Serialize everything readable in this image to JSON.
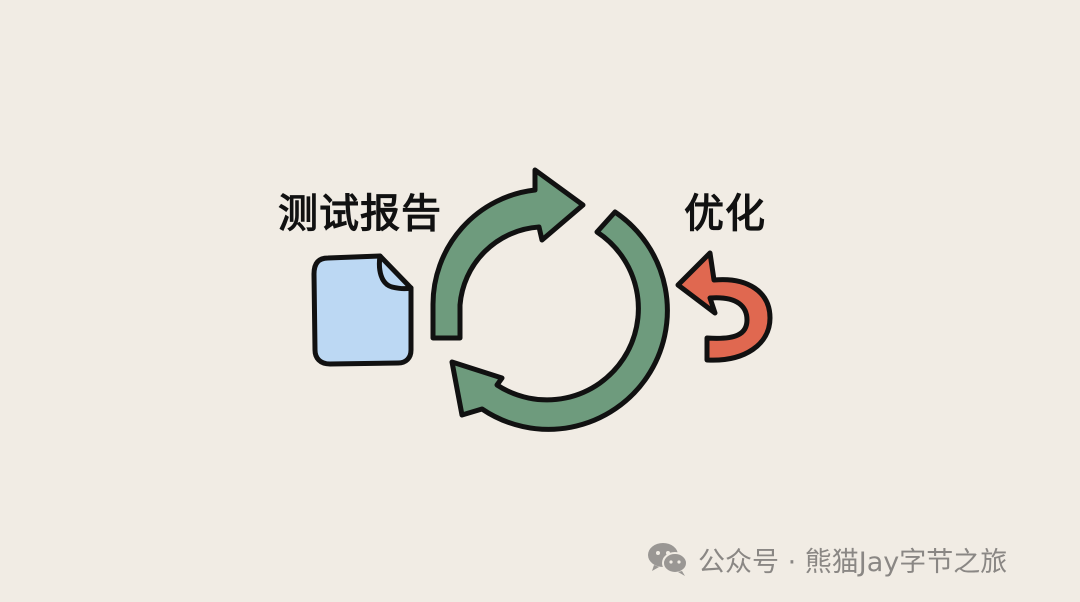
{
  "diagram": {
    "left_label": "测试报告",
    "right_label": "优化",
    "left_icon": "document-icon",
    "center_icon": "cycle-arrows-icon",
    "right_icon": "undo-arrow-icon",
    "colors": {
      "background": "#f1ece4",
      "cycle_green": "#6e9b7d",
      "undo_red": "#e06850",
      "doc_blue": "#bcd8f3",
      "outline": "#111111"
    }
  },
  "watermark": {
    "icon": "wechat-icon",
    "text": "公众号 · 熊猫Jay字节之旅"
  }
}
